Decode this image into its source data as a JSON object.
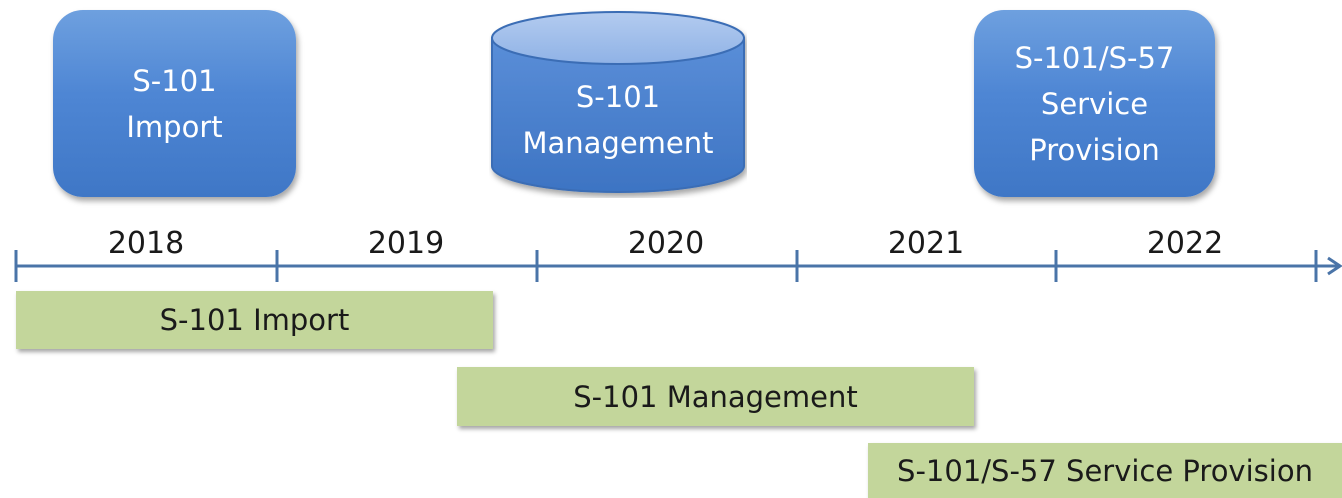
{
  "phases": {
    "import": {
      "line1": "S-101",
      "line2": "Import"
    },
    "management": {
      "line1": "S-101",
      "line2": "Management"
    },
    "service": {
      "line1": "S-101/S-57",
      "line2": "Service",
      "line3": "Provision"
    }
  },
  "timeline": {
    "years": [
      "2018",
      "2019",
      "2020",
      "2021",
      "2022"
    ]
  },
  "bars": {
    "import": "S-101 Import",
    "management": "S-101 Management",
    "service": "S-101/S-57 Service Provision"
  },
  "colors": {
    "phase_blue": "#4f81bd",
    "bar_green": "#c3d69b",
    "axis": "#4a74a8"
  }
}
